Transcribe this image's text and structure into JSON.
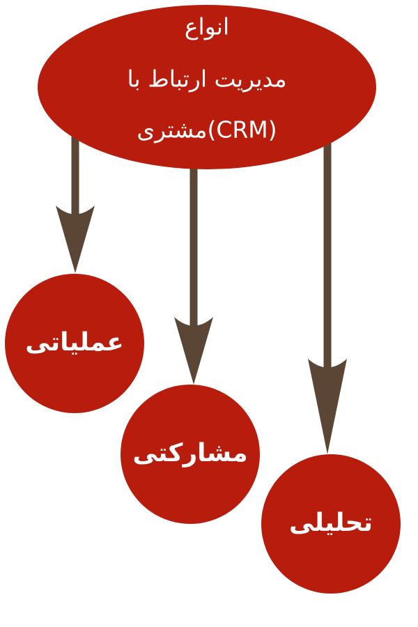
{
  "root": {
    "lines": [
      "انواع",
      "مدیریت ارتباط با",
      "مشتری(CRM)"
    ]
  },
  "children": [
    {
      "label": "عملیاتی"
    },
    {
      "label": "مشارکتی"
    },
    {
      "label": "تحلیلی"
    }
  ],
  "colors": {
    "node_fill": "#b81c0c",
    "arrow": "#5b4535",
    "text": "#ffffff"
  }
}
